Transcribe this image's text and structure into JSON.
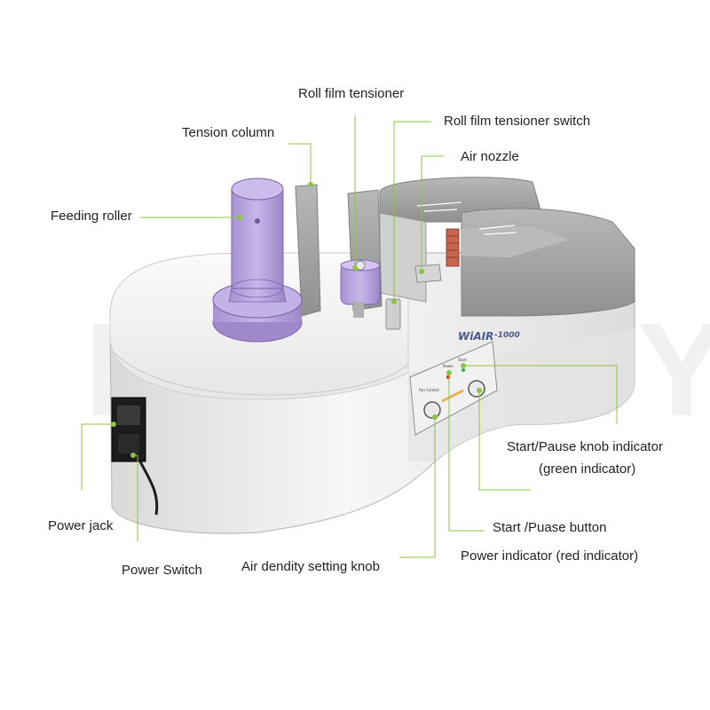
{
  "watermark": "LZHZXY",
  "brand": {
    "name": "WiAIR",
    "model": "-1000"
  },
  "panel": {
    "fan_control": "Fan Control",
    "power": "Power",
    "start": "Start"
  },
  "labels": {
    "roll_film_tensioner": "Roll film tensioner",
    "tension_column": "Tension column",
    "tensioner_switch": "Roll film  tensioner switch",
    "air_nozzle": "Air nozzle",
    "feeding_roller": "Feeding roller",
    "knob_indicator_1": "Start/Pause knob indicator",
    "knob_indicator_2": "(green indicator)",
    "start_button": "Start /Puase button",
    "power_indicator": "Power indicator  (red  indicator)",
    "power_jack": "Power jack",
    "power_switch": "Power  Switch",
    "air_density_knob": "Air dendity setting  knob"
  },
  "colors": {
    "leader": "#8dc43f",
    "body": "#ececec",
    "top_gray": "#a7a9a8",
    "lavender": "#b9a6dc",
    "red_led": "#d9302a",
    "green_led": "#3fb34f"
  }
}
